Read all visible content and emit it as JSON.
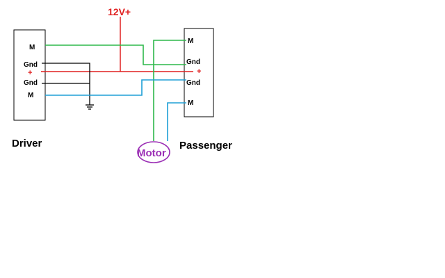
{
  "supply": {
    "label": "12V+"
  },
  "driver": {
    "label": "Driver",
    "pins": {
      "m_top": "M",
      "gnd_top": "Gnd",
      "plus": "+",
      "gnd_bottom": "Gnd",
      "m_bottom": "M"
    }
  },
  "passenger": {
    "label": "Passenger",
    "pins": {
      "m_top": "M",
      "gnd_top": "Gnd",
      "plus": "+",
      "gnd_bottom": "Gnd",
      "m_bottom": "M"
    }
  },
  "motor": {
    "label": "Motor"
  },
  "colors": {
    "power": "#e02020",
    "green_wire": "#2db84a",
    "blue_wire": "#1e9fd6",
    "ground": "#000000",
    "motor": "#9b2fb5"
  }
}
